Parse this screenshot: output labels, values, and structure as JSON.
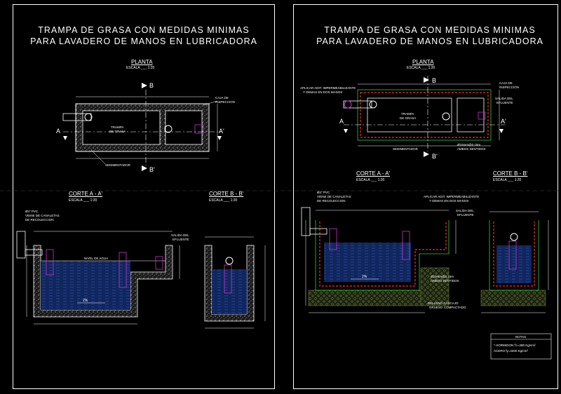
{
  "left_sheet": {
    "title_line1": "TRAMPA DE GRASA CON MEDIDAS MINIMAS",
    "title_line2": "PARA LAVADERO DE MANOS EN LUBRICADORA",
    "plan_label": "PLANTA",
    "plan_scale": "ESCALA ___ 1:20",
    "section_a_label": "CORTE A - A'",
    "section_a_scale": "ESCALA ___ 1:20",
    "section_b_label": "CORTE B - B'",
    "section_b_scale": "ESCALA ___ 1:20",
    "note_caja": "CAJA DE\nINSPECCION",
    "note_trampa": "TRAMPA\nDE GRASA",
    "note_sedimentador": "SEDIMENTADOR",
    "note_pvc": "Ø4\" PVC\nVIENE DE CANALETAS\nDE RECOLECCION",
    "note_nivel": "NIVEL DE AGUA",
    "note_salida": "SALIDA DEL\nEFLUENTE",
    "note_slope": "2%",
    "mark_a": "A",
    "mark_a_prime": "A'",
    "mark_b": "B",
    "mark_b_prime": "B'"
  },
  "right_sheet": {
    "title_line1": "TRAMPA DE GRASA CON MEDIDAS MINIMAS",
    "title_line2": "PARA LAVADERO DE MANOS EN LUBRICADORA",
    "plan_label": "PLANTA",
    "plan_scale": "ESCALA ___ 1:20",
    "section_a_label": "CORTE A - A'",
    "section_a_scale": "ESCALA ___ 1:20",
    "section_b_label": "CORTE B - B'",
    "section_b_scale": "ESCALA ___ 1:20",
    "note_impermeabilizante": "APLICAR ADIT. IMPERMEABILIZANTE\nY DEMAS EN DOS MANOS",
    "note_caja": "CAJA DE\nINSPECCION",
    "note_salida": "SALIDA DEL\nEFLUENTE",
    "note_trampa": "TRAMPA\nDE GRASA",
    "note_sedimentador": "SEDIMENTADOR",
    "note_rebar": "Ø10mm@0.15m\nAMBOS SENTIDOS",
    "note_relleno": "RELLENO CASCAJO\nGRUESO COMPACTADO",
    "note_pvc": "Ø4\" PVC\nVIENE DE CANALETAS\nDE RECOLECCION",
    "note_slope": "2%",
    "notes_header": "NOTAS",
    "notes_line1": "* HORMIGON f'c=280 Kg/cm²",
    "notes_line2": "ACERO fy=4200 Kg/cm²",
    "mark_a": "A",
    "mark_a_prime": "A'",
    "mark_b": "B",
    "mark_b_prime": "B'"
  },
  "colors": {
    "background": "#000000",
    "lines": "#ffffff",
    "rebar": "#ff2a2a",
    "water": "#1d3b8c",
    "pipe": "#cc33cc",
    "membrane": "#2ecc40",
    "concrete": "#cfcfcf",
    "fill_soil": "#6a7a3a"
  }
}
